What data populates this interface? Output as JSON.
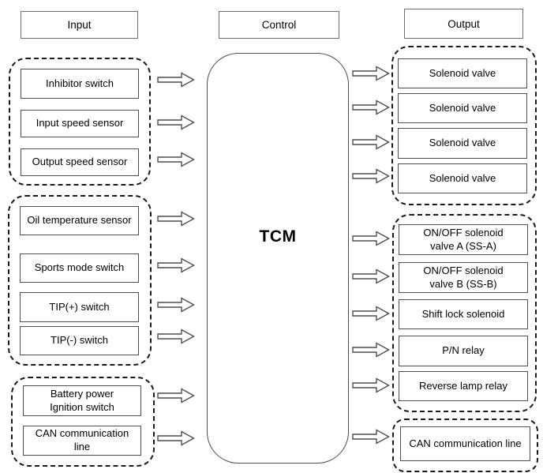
{
  "headers": {
    "input": "Input",
    "control": "Control",
    "output": "Output"
  },
  "tcm": {
    "label": "TCM"
  },
  "inputs": {
    "group1": [
      "Inhibitor switch",
      "Input speed sensor",
      "Output speed sensor"
    ],
    "group2": [
      "Oil temperature sensor",
      "Sports mode switch",
      "TIP(+) switch",
      "TIP(-) switch"
    ],
    "group3": [
      "Battery power\nIgnition switch",
      "CAN communication\nline"
    ]
  },
  "outputs": {
    "group1": [
      "Solenoid valve",
      "Solenoid valve",
      "Solenoid valve",
      "Solenoid valve"
    ],
    "group2": [
      "ON/OFF solenoid\nvalve A (SS-A)",
      "ON/OFF solenoid\nvalve B (SS-B)",
      "Shift lock solenoid",
      "P/N relay",
      "Reverse lamp relay"
    ],
    "group3": [
      "CAN communication line"
    ]
  },
  "colors": {
    "background": "#ffffff",
    "box_border": "#4d4d4d",
    "dashed_border": "#1a1a1a",
    "text": "#000000"
  }
}
